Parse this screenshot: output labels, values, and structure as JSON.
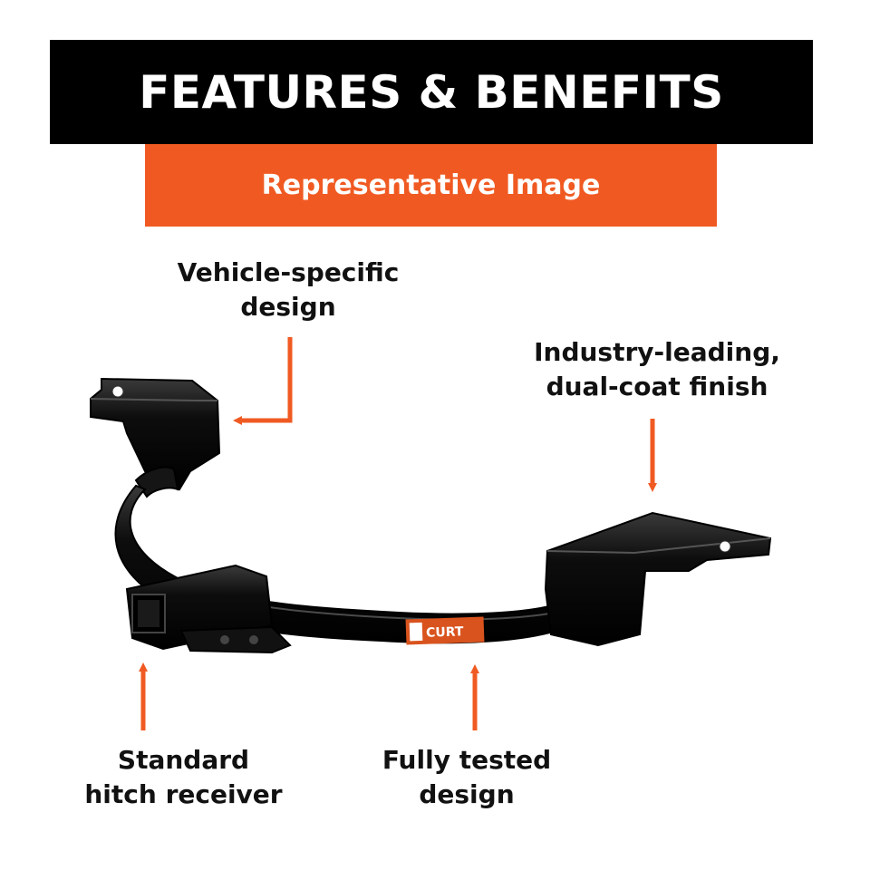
{
  "header": {
    "title": "FEATURES & BENEFITS",
    "subtitle": "Representative Image"
  },
  "callouts": {
    "vehicle_specific": {
      "line1": "Vehicle-specific",
      "line2": "design"
    },
    "industry_leading": {
      "line1": "Industry-leading,",
      "line2": "dual-coat finish"
    },
    "standard_receiver": {
      "line1": "Standard",
      "line2": "hitch receiver"
    },
    "fully_tested": {
      "line1": "Fully tested",
      "line2": "design"
    }
  },
  "product": {
    "brand_label": "CURT",
    "icon": "trailer-hitch-icon"
  },
  "colors": {
    "banner_background": "#000000",
    "accent_orange": "#f05a22",
    "text": "#111111",
    "hitch_black": "#0a0a0a"
  }
}
